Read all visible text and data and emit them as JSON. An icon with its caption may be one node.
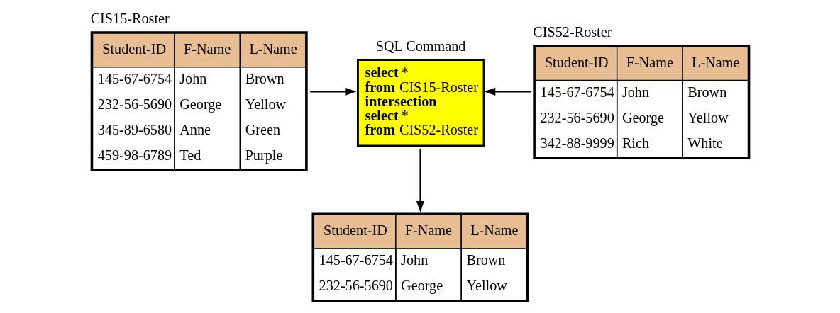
{
  "diagram": {
    "nodes": [
      {
        "text": [
          "CIS15-Roster",
          "Student-ID",
          "F-Name",
          "L-Name",
          "145-67-6754",
          "John",
          "Brown",
          "232-56-5690",
          "George",
          "Yellow",
          "345-89-6580",
          "Anne",
          "Green",
          "459-98-6789",
          "Ted",
          "Purple"
        ]
      },
      {
        "text": [
          "SQL Command",
          "**select** *",
          "**from** CIS15-Roster",
          "**intersection**",
          "**select** *",
          "**from** CIS52-Roster"
        ]
      },
      {
        "text": [
          "CIS52-Roster",
          "Student-ID",
          "F-Name",
          "L-Name",
          "145-67-6754",
          "John",
          "Brown",
          "232-56-5690",
          "George",
          "Yellow",
          "342-88-9999",
          "Rich",
          "White"
        ]
      },
      {
        "text": [
          "Student-ID",
          "F-Name",
          "L-Name",
          "145-67-6754",
          "John",
          "Brown",
          "232-56-5690",
          "George",
          "Yellow"
        ]
      }
    ],
    "edges": [
      {
        "from": 0,
        "to": 1,
        "arrow": "to"
      },
      {
        "from": 2,
        "to": 1,
        "arrow": "to"
      },
      {
        "from": 1,
        "to": 3,
        "arrow": "to"
      }
    ]
  }
}
